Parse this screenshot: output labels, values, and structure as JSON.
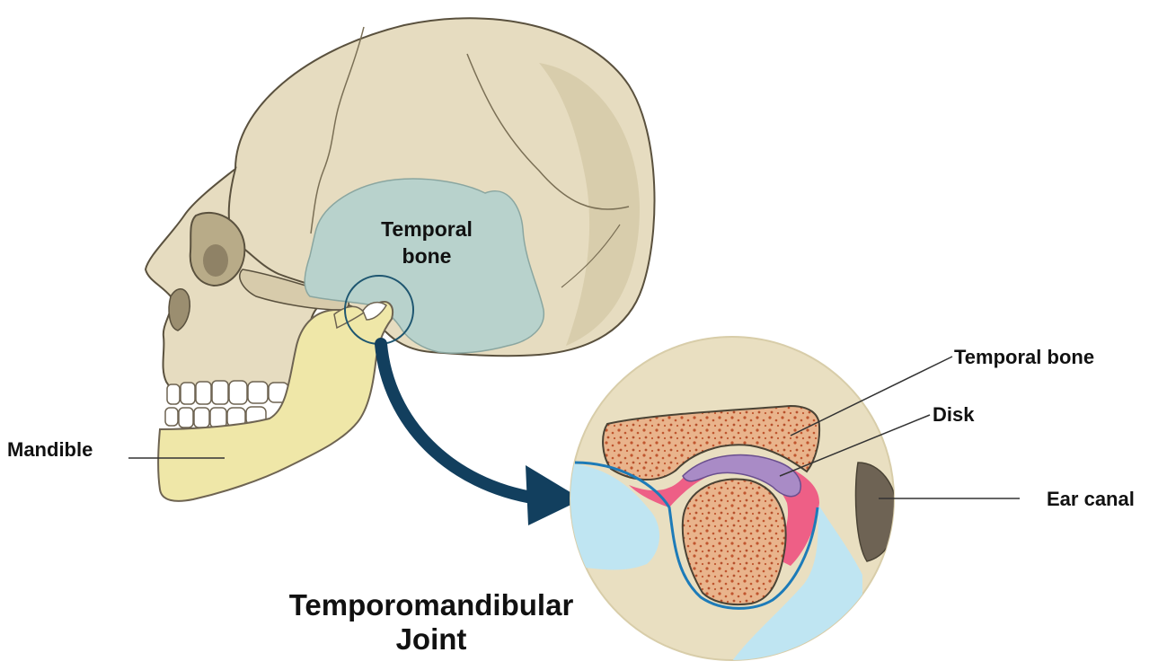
{
  "labels": {
    "temporal_skull_line1": "Temporal",
    "temporal_skull_line2": "bone",
    "mandible": "Mandible",
    "temporal_inset": "Temporal bone",
    "disk": "Disk",
    "ear_canal": "Ear canal",
    "title_line1": "Temporomandibular",
    "title_line2": "Joint"
  },
  "colors": {
    "skull": "#e6dcc0",
    "skull_shadow": "#cfc3a2",
    "temporal_bone": "#b8d2cc",
    "mandible": "#efe7a8",
    "arrow": "#123f5e",
    "inset_bg": "#e9dfc1",
    "cancellous_bone": "#e9b48c",
    "disk": "#a98bc6",
    "cartilage": "#ee5f86",
    "soft_tissue": "#bfe5f2",
    "ear_canal": "#6e6354",
    "outline": "#4a4335"
  }
}
